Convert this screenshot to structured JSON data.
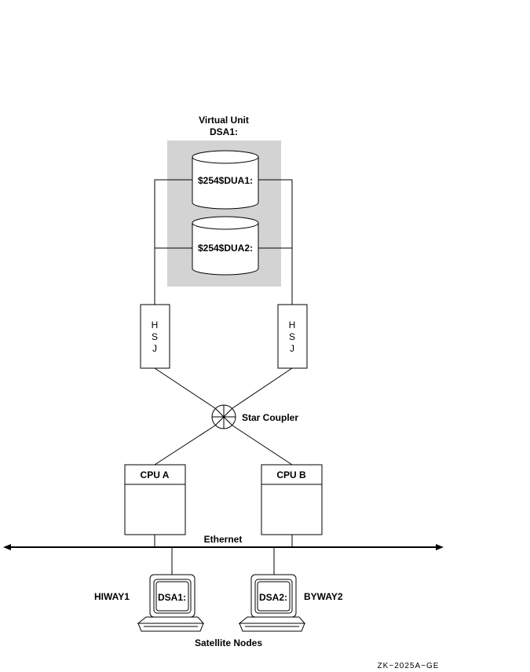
{
  "virtual_unit": {
    "title_line1": "Virtual Unit",
    "title_line2": "DSA1:"
  },
  "disks": {
    "disk1_label": "$254$DUA1:",
    "disk2_label": "$254$DUA2:"
  },
  "controllers": {
    "left_letters": [
      "H",
      "S",
      "J"
    ],
    "right_letters": [
      "H",
      "S",
      "J"
    ]
  },
  "star_coupler": {
    "label": "Star Coupler"
  },
  "cpus": {
    "cpu_a": "CPU A",
    "cpu_b": "CPU B"
  },
  "network": {
    "label": "Ethernet"
  },
  "satellites": {
    "left_screen": "DSA1:",
    "left_name": "HIWAY1",
    "right_screen": "DSA2:",
    "right_name": "BYWAY2",
    "caption": "Satellite Nodes"
  },
  "figure_id": "ZK−2025A−GE",
  "colors": {
    "shade": "#d3d3d3",
    "line": "#000000"
  }
}
